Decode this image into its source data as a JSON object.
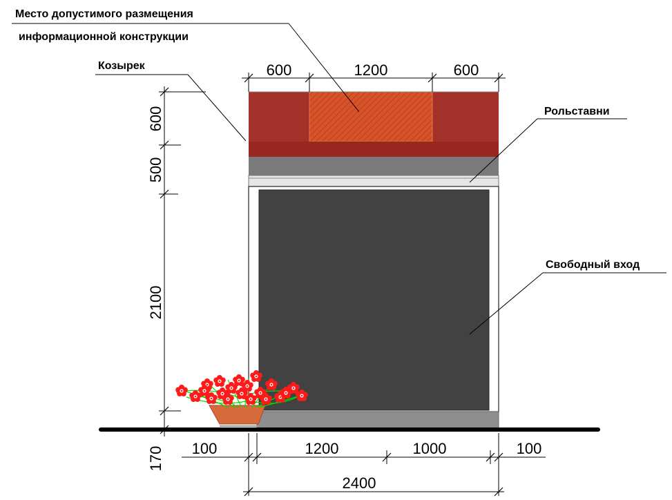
{
  "labels": {
    "sign_area_line1": "Место допустимого размещения",
    "sign_area_line2": "информационной конструкции",
    "canopy": "Козырек",
    "shutters": "Рольставни",
    "entrance": "Свободный вход"
  },
  "dimensions": {
    "top": [
      "600",
      "1200",
      "600"
    ],
    "left": [
      "600",
      "500",
      "2100",
      "170"
    ],
    "bottom": [
      "100",
      "1200",
      "1000",
      "100"
    ],
    "total": "2400"
  },
  "colors": {
    "canopy": "#a4302a",
    "canopy_band": "#9a2620",
    "sign_area": "#d9532a",
    "shutters": "#7a7a7a",
    "door": "#424242",
    "plinth": "#8e8e8e",
    "ground": "#000000",
    "pot": "#d76a3b",
    "flowers": "#ff1a1a",
    "leaves": "#00dd00"
  }
}
